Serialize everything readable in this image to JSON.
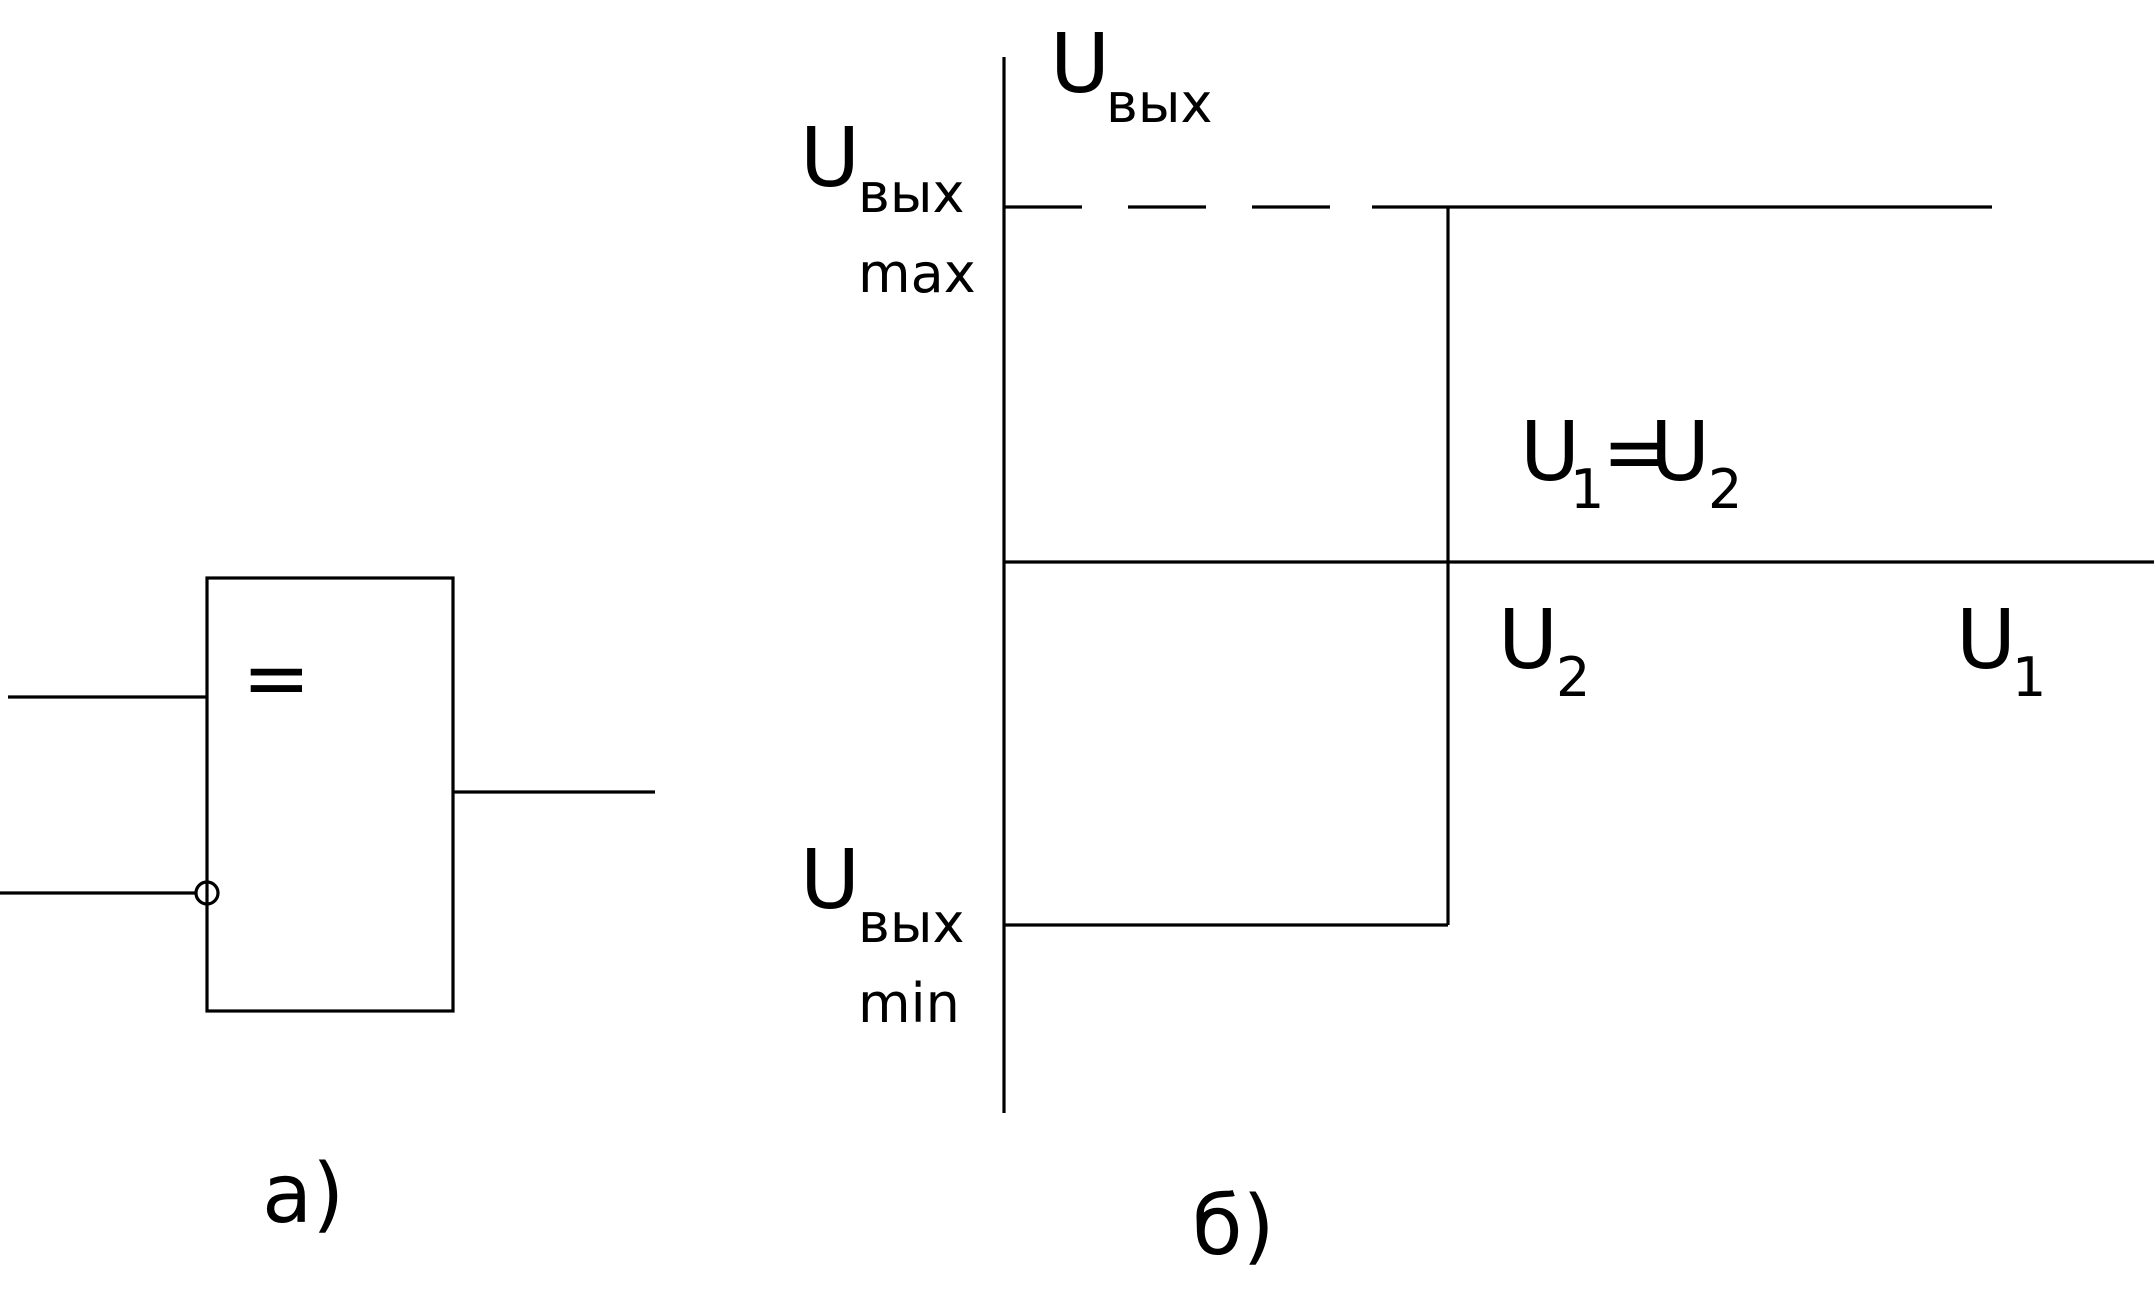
{
  "figure_a": {
    "gate_symbol": "=",
    "caption": "а)",
    "inverted_input_marker": "inversion-circle"
  },
  "figure_b": {
    "caption": "б)",
    "y_axis_label": {
      "main": "U",
      "sub": "вых"
    },
    "x_labels": {
      "u2": {
        "main": "U",
        "sub": "2"
      },
      "u1": {
        "main": "U",
        "sub": "1"
      }
    },
    "max_label": {
      "main": "U",
      "sub": "вых",
      "note": "max"
    },
    "min_label": {
      "main": "U",
      "sub": "вых",
      "note": "min"
    },
    "condition_label": {
      "left": "U",
      "left_sub": "1",
      "eq": "=",
      "right": "U",
      "right_sub": "2"
    }
  },
  "colors": {
    "line": "#000000",
    "background": "#ffffff"
  }
}
